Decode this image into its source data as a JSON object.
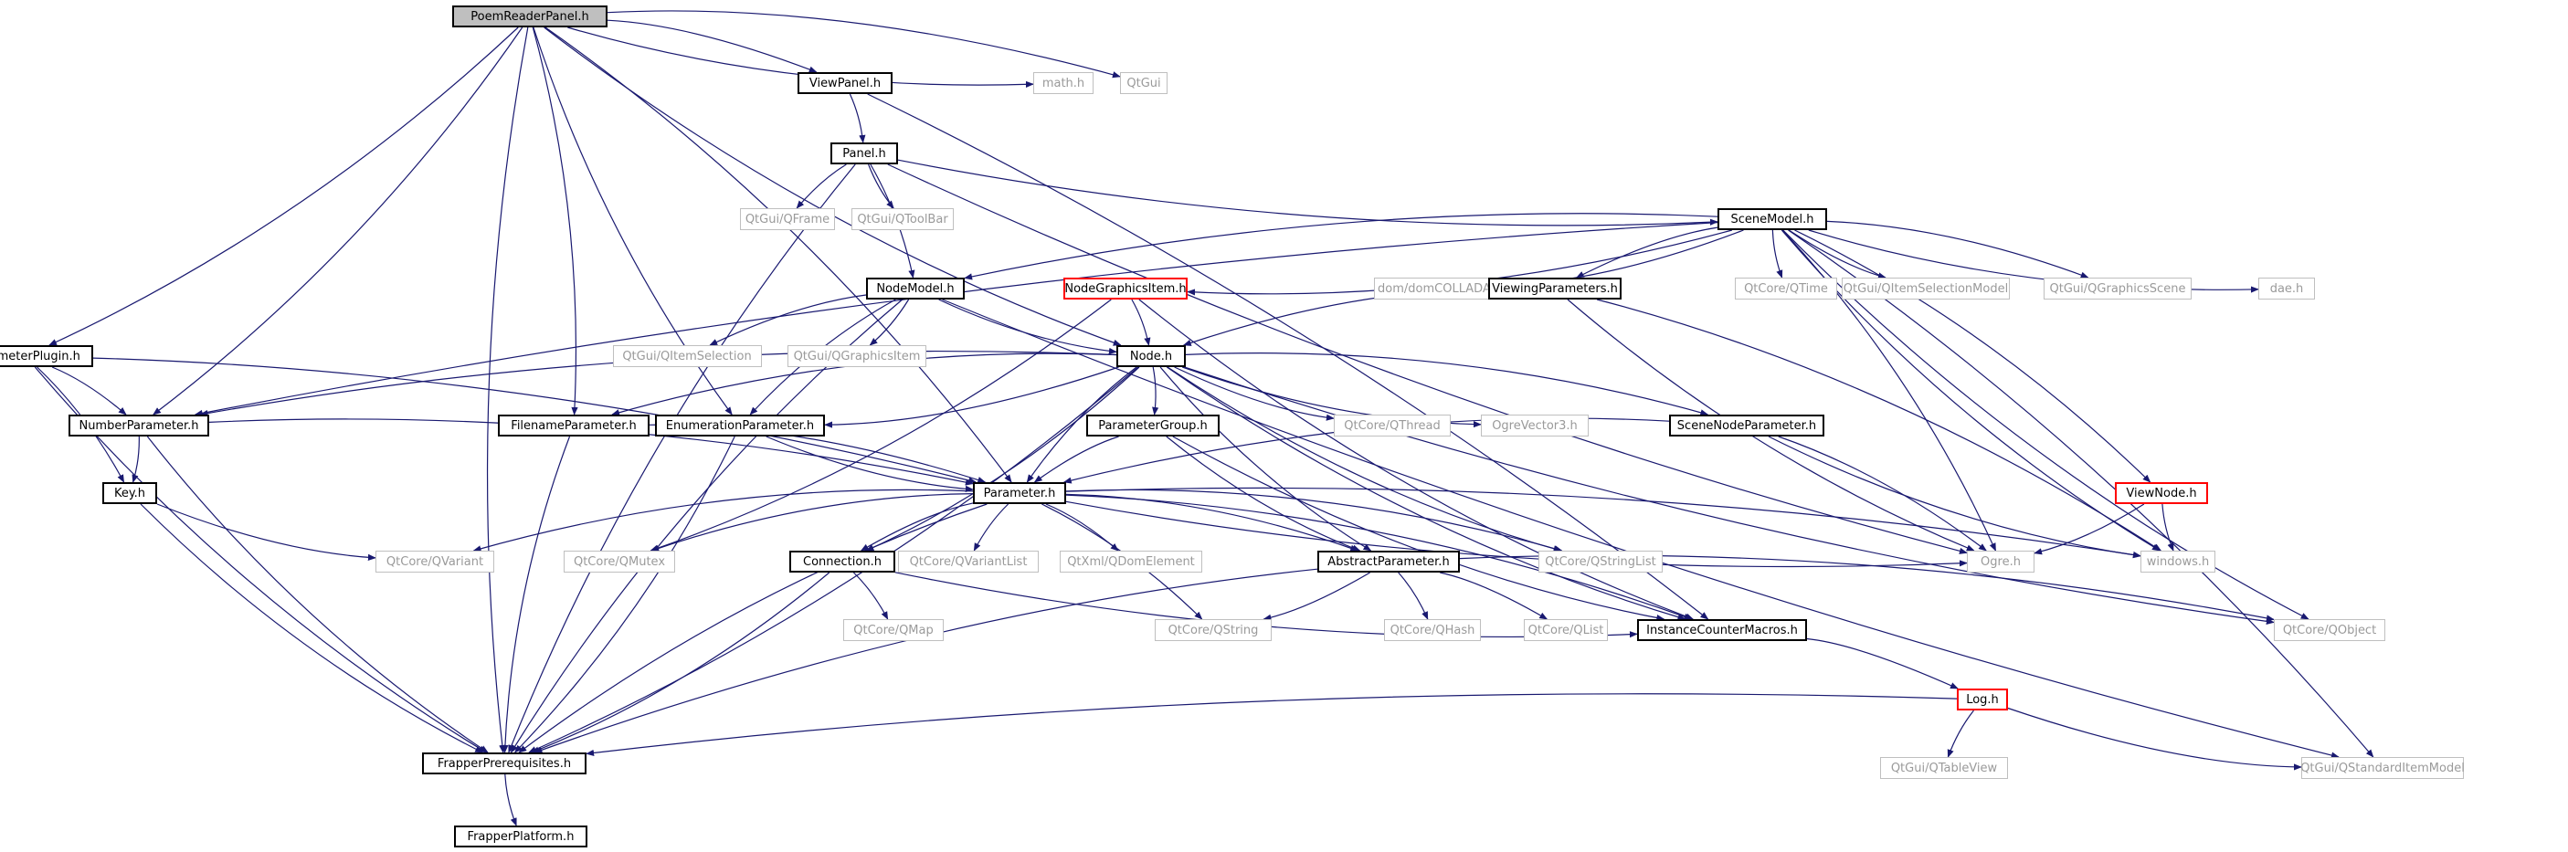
{
  "diagram": {
    "type": "include-dependency-graph",
    "edge_color": "#191970",
    "node_styles": {
      "root": {
        "fill": "#bfbfbf",
        "border": "#000000"
      },
      "documented": {
        "fill": "#ffffff",
        "border": "#000000"
      },
      "external": {
        "fill": "#ffffff",
        "border": "#bfbfbf",
        "text": "#9a9a9a"
      },
      "truncated": {
        "fill": "#ffffff",
        "border": "#ff0000"
      }
    },
    "nodes": [
      {
        "id": "PoemReaderPanel",
        "label": "PoemReaderPanel.h",
        "style": "root"
      },
      {
        "id": "ViewPanel",
        "label": "ViewPanel.h",
        "style": "documented"
      },
      {
        "id": "math",
        "label": "math.h",
        "style": "external"
      },
      {
        "id": "QtGui",
        "label": "QtGui",
        "style": "external"
      },
      {
        "id": "Panel",
        "label": "Panel.h",
        "style": "documented"
      },
      {
        "id": "QFrame",
        "label": "QtGui/QFrame",
        "style": "external"
      },
      {
        "id": "QToolBar",
        "label": "QtGui/QToolBar",
        "style": "external"
      },
      {
        "id": "SceneModel",
        "label": "SceneModel.h",
        "style": "documented"
      },
      {
        "id": "NodeModel",
        "label": "NodeModel.h",
        "style": "documented"
      },
      {
        "id": "NodeGraphicsItem",
        "label": "NodeGraphicsItem.h",
        "style": "truncated"
      },
      {
        "id": "domCOLLADA",
        "label": "dom/domCOLLADA.h",
        "style": "external"
      },
      {
        "id": "ViewingParameters",
        "label": "ViewingParameters.h",
        "style": "documented"
      },
      {
        "id": "QTime",
        "label": "QtCore/QTime",
        "style": "external"
      },
      {
        "id": "QItemSelectionModel",
        "label": "QtGui/QItemSelectionModel",
        "style": "external"
      },
      {
        "id": "QGraphicsScene",
        "label": "QtGui/QGraphicsScene",
        "style": "external"
      },
      {
        "id": "dae",
        "label": "dae.h",
        "style": "external"
      },
      {
        "id": "ParameterPlugin",
        "label": "ParameterPlugin.h",
        "style": "documented"
      },
      {
        "id": "QItemSelection",
        "label": "QtGui/QItemSelection",
        "style": "external"
      },
      {
        "id": "QGraphicsItem",
        "label": "QtGui/QGraphicsItem",
        "style": "external"
      },
      {
        "id": "Node",
        "label": "Node.h",
        "style": "documented"
      },
      {
        "id": "NumberParameter",
        "label": "NumberParameter.h",
        "style": "documented"
      },
      {
        "id": "FilenameParameter",
        "label": "FilenameParameter.h",
        "style": "documented"
      },
      {
        "id": "EnumerationParameter",
        "label": "EnumerationParameter.h",
        "style": "documented"
      },
      {
        "id": "ParameterGroup",
        "label": "ParameterGroup.h",
        "style": "documented"
      },
      {
        "id": "QThread",
        "label": "QtCore/QThread",
        "style": "external"
      },
      {
        "id": "OgreVector3",
        "label": "OgreVector3.h",
        "style": "external"
      },
      {
        "id": "SceneNodeParameter",
        "label": "SceneNodeParameter.h",
        "style": "documented"
      },
      {
        "id": "Key",
        "label": "Key.h",
        "style": "documented"
      },
      {
        "id": "Parameter",
        "label": "Parameter.h",
        "style": "documented"
      },
      {
        "id": "ViewNode",
        "label": "ViewNode.h",
        "style": "truncated"
      },
      {
        "id": "QVariant",
        "label": "QtCore/QVariant",
        "style": "external"
      },
      {
        "id": "QMutex",
        "label": "QtCore/QMutex",
        "style": "external"
      },
      {
        "id": "Connection",
        "label": "Connection.h",
        "style": "documented"
      },
      {
        "id": "QVariantList",
        "label": "QtCore/QVariantList",
        "style": "external"
      },
      {
        "id": "QDomElement",
        "label": "QtXml/QDomElement",
        "style": "external"
      },
      {
        "id": "AbstractParameter",
        "label": "AbstractParameter.h",
        "style": "documented"
      },
      {
        "id": "QStringList",
        "label": "QtCore/QStringList",
        "style": "external"
      },
      {
        "id": "Ogre",
        "label": "Ogre.h",
        "style": "external"
      },
      {
        "id": "windows",
        "label": "windows.h",
        "style": "external"
      },
      {
        "id": "QMap",
        "label": "QtCore/QMap",
        "style": "external"
      },
      {
        "id": "QString",
        "label": "QtCore/QString",
        "style": "external"
      },
      {
        "id": "QHash",
        "label": "QtCore/QHash",
        "style": "external"
      },
      {
        "id": "QList",
        "label": "QtCore/QList",
        "style": "external"
      },
      {
        "id": "InstanceCounterMacros",
        "label": "InstanceCounterMacros.h",
        "style": "documented"
      },
      {
        "id": "QObject",
        "label": "QtCore/QObject",
        "style": "external"
      },
      {
        "id": "Log",
        "label": "Log.h",
        "style": "truncated"
      },
      {
        "id": "FrapperPrerequisites",
        "label": "FrapperPrerequisites.h",
        "style": "documented"
      },
      {
        "id": "QTableView",
        "label": "QtGui/QTableView",
        "style": "external"
      },
      {
        "id": "QStandardItemModel",
        "label": "QtGui/QStandardItemModel",
        "style": "external"
      },
      {
        "id": "FrapperPlatform",
        "label": "FrapperPlatform.h",
        "style": "documented"
      }
    ],
    "edges": [
      [
        "PoemReaderPanel",
        "ViewPanel"
      ],
      [
        "PoemReaderPanel",
        "math"
      ],
      [
        "PoemReaderPanel",
        "QtGui"
      ],
      [
        "PoemReaderPanel",
        "ParameterPlugin"
      ],
      [
        "PoemReaderPanel",
        "NumberParameter"
      ],
      [
        "PoemReaderPanel",
        "FrapperPrerequisites"
      ],
      [
        "PoemReaderPanel",
        "FilenameParameter"
      ],
      [
        "PoemReaderPanel",
        "EnumerationParameter"
      ],
      [
        "PoemReaderPanel",
        "Parameter"
      ],
      [
        "PoemReaderPanel",
        "Node"
      ],
      [
        "ViewPanel",
        "Panel"
      ],
      [
        "ViewPanel",
        "InstanceCounterMacros"
      ],
      [
        "Panel",
        "QFrame"
      ],
      [
        "Panel",
        "QToolBar"
      ],
      [
        "Panel",
        "SceneModel"
      ],
      [
        "Panel",
        "NodeModel"
      ],
      [
        "Panel",
        "FrapperPrerequisites"
      ],
      [
        "Panel",
        "Ogre"
      ],
      [
        "SceneModel",
        "NodeModel"
      ],
      [
        "SceneModel",
        "NodeGraphicsItem"
      ],
      [
        "SceneModel",
        "domCOLLADA"
      ],
      [
        "SceneModel",
        "ViewingParameters"
      ],
      [
        "SceneModel",
        "QTime"
      ],
      [
        "SceneModel",
        "QItemSelectionModel"
      ],
      [
        "SceneModel",
        "QGraphicsScene"
      ],
      [
        "SceneModel",
        "dae"
      ],
      [
        "SceneModel",
        "ViewNode"
      ],
      [
        "SceneModel",
        "QObject"
      ],
      [
        "SceneModel",
        "QStandardItemModel"
      ],
      [
        "SceneModel",
        "windows"
      ],
      [
        "SceneModel",
        "Ogre"
      ],
      [
        "SceneModel",
        "NumberParameter"
      ],
      [
        "NodeModel",
        "QItemSelection"
      ],
      [
        "NodeModel",
        "QGraphicsItem"
      ],
      [
        "NodeModel",
        "Node"
      ],
      [
        "NodeModel",
        "FrapperPrerequisites"
      ],
      [
        "NodeModel",
        "EnumerationParameter"
      ],
      [
        "NodeModel",
        "QStandardItemModel"
      ],
      [
        "NodeGraphicsItem",
        "Node"
      ],
      [
        "NodeGraphicsItem",
        "QMutex"
      ],
      [
        "NodeGraphicsItem",
        "InstanceCounterMacros"
      ],
      [
        "ViewingParameters",
        "Node"
      ],
      [
        "ViewingParameters",
        "windows"
      ],
      [
        "ViewingParameters",
        "Ogre"
      ],
      [
        "ParameterPlugin",
        "NumberParameter"
      ],
      [
        "ParameterPlugin",
        "Key"
      ],
      [
        "ParameterPlugin",
        "Parameter"
      ],
      [
        "ParameterPlugin",
        "FrapperPrerequisites"
      ],
      [
        "Node",
        "NumberParameter"
      ],
      [
        "Node",
        "FilenameParameter"
      ],
      [
        "Node",
        "EnumerationParameter"
      ],
      [
        "Node",
        "ParameterGroup"
      ],
      [
        "Node",
        "QThread"
      ],
      [
        "Node",
        "OgreVector3"
      ],
      [
        "Node",
        "SceneNodeParameter"
      ],
      [
        "Node",
        "Parameter"
      ],
      [
        "Node",
        "Connection"
      ],
      [
        "Node",
        "AbstractParameter"
      ],
      [
        "Node",
        "QStringList"
      ],
      [
        "Node",
        "InstanceCounterMacros"
      ],
      [
        "Node",
        "QObject"
      ],
      [
        "Node",
        "FrapperPrerequisites"
      ],
      [
        "NumberParameter",
        "Key"
      ],
      [
        "NumberParameter",
        "Parameter"
      ],
      [
        "NumberParameter",
        "FrapperPrerequisites"
      ],
      [
        "FilenameParameter",
        "Parameter"
      ],
      [
        "FilenameParameter",
        "FrapperPrerequisites"
      ],
      [
        "EnumerationParameter",
        "Parameter"
      ],
      [
        "EnumerationParameter",
        "FrapperPrerequisites"
      ],
      [
        "ParameterGroup",
        "Parameter"
      ],
      [
        "ParameterGroup",
        "AbstractParameter"
      ],
      [
        "ParameterGroup",
        "InstanceCounterMacros"
      ],
      [
        "SceneNodeParameter",
        "Parameter"
      ],
      [
        "SceneNodeParameter",
        "Ogre"
      ],
      [
        "SceneNodeParameter",
        "windows"
      ],
      [
        "Key",
        "QVariant"
      ],
      [
        "Key",
        "FrapperPrerequisites"
      ],
      [
        "Parameter",
        "QVariant"
      ],
      [
        "Parameter",
        "QMutex"
      ],
      [
        "Parameter",
        "Connection"
      ],
      [
        "Parameter",
        "QVariantList"
      ],
      [
        "Parameter",
        "QDomElement"
      ],
      [
        "Parameter",
        "AbstractParameter"
      ],
      [
        "Parameter",
        "QStringList"
      ],
      [
        "Parameter",
        "Ogre"
      ],
      [
        "Parameter",
        "windows"
      ],
      [
        "Parameter",
        "QString"
      ],
      [
        "Parameter",
        "InstanceCounterMacros"
      ],
      [
        "Parameter",
        "FrapperPrerequisites"
      ],
      [
        "ViewNode",
        "Ogre"
      ],
      [
        "ViewNode",
        "windows"
      ],
      [
        "Connection",
        "QMap"
      ],
      [
        "Connection",
        "InstanceCounterMacros"
      ],
      [
        "Connection",
        "FrapperPrerequisites"
      ],
      [
        "AbstractParameter",
        "QString"
      ],
      [
        "AbstractParameter",
        "QHash"
      ],
      [
        "AbstractParameter",
        "QList"
      ],
      [
        "AbstractParameter",
        "QObject"
      ],
      [
        "AbstractParameter",
        "FrapperPrerequisites"
      ],
      [
        "InstanceCounterMacros",
        "Log"
      ],
      [
        "Log",
        "FrapperPrerequisites"
      ],
      [
        "Log",
        "QTableView"
      ],
      [
        "Log",
        "QStandardItemModel"
      ],
      [
        "FrapperPrerequisites",
        "FrapperPlatform"
      ]
    ]
  }
}
